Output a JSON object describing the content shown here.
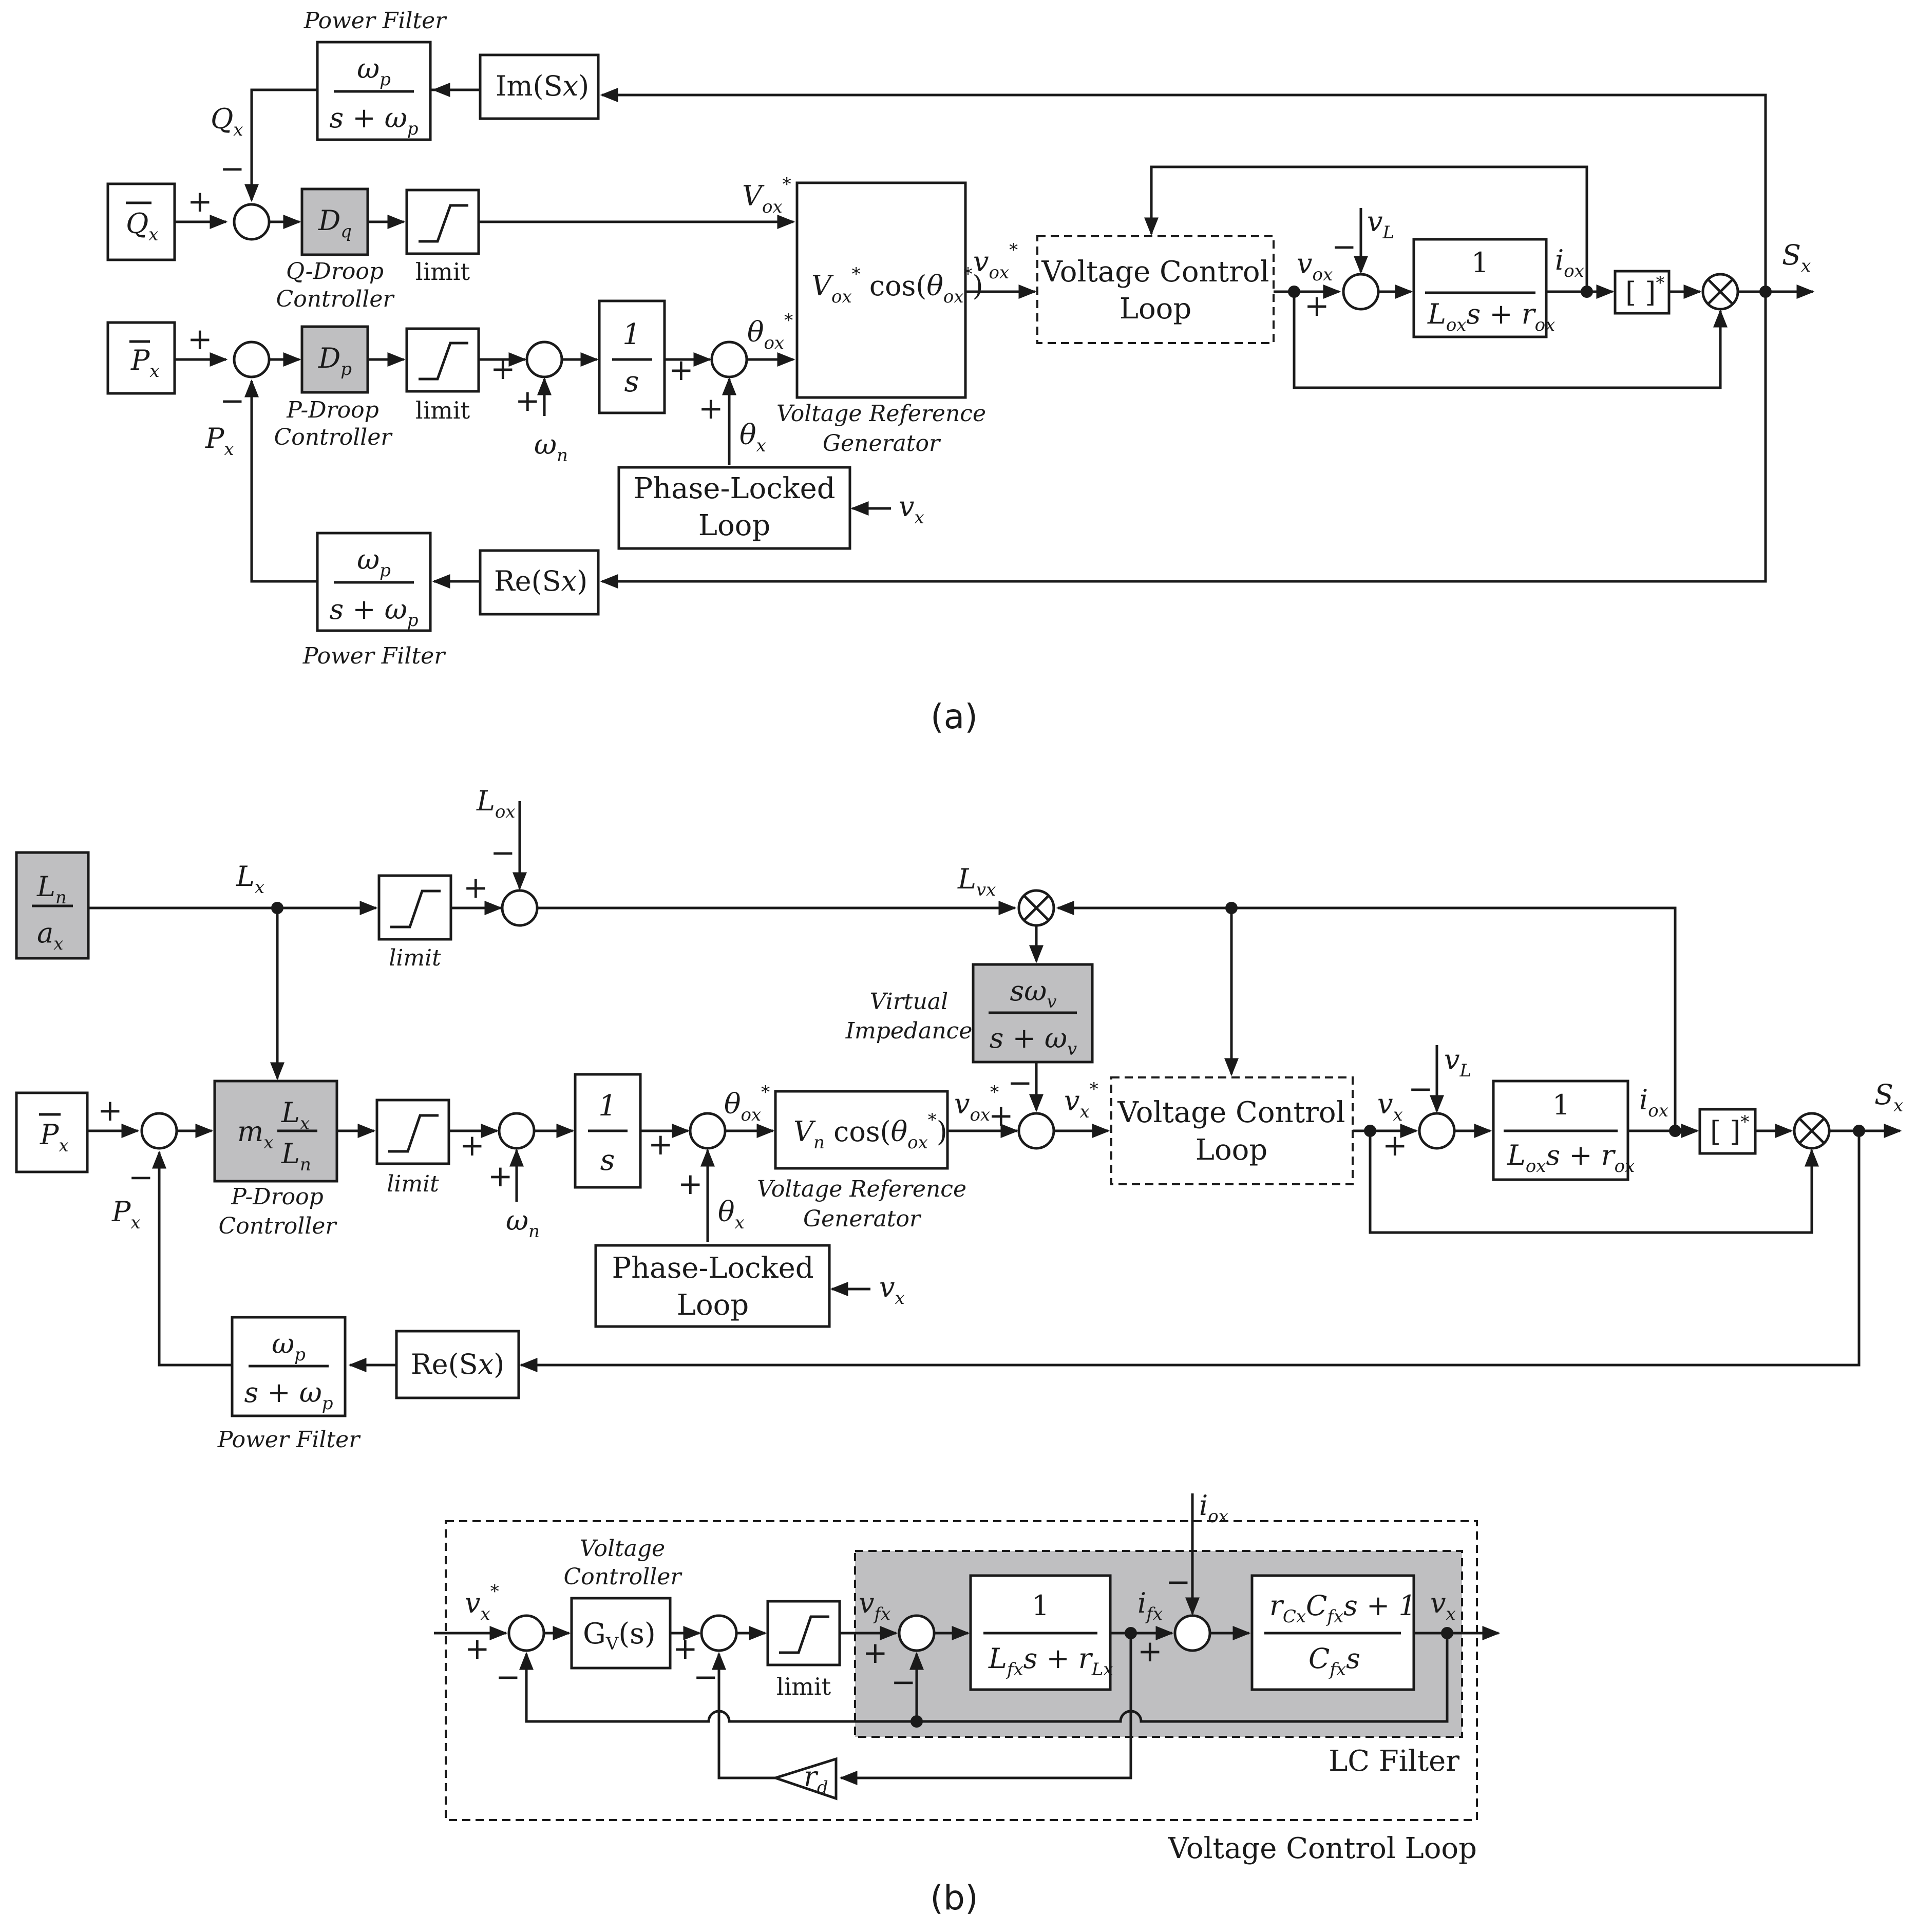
{
  "panel_a": {
    "caption": "(a)",
    "power_filter_top": "Power Filter",
    "power_filter_bottom": "Power Filter",
    "q_droop": [
      "Q-Droop",
      "Controller"
    ],
    "p_droop": [
      "P-Droop",
      "Controller"
    ],
    "limit": "limit",
    "im_block": "Im(S",
    "re_block": "Re(S",
    "voltage_loop": [
      "Voltage Control",
      "Loop"
    ],
    "vrg": [
      "Voltage Reference",
      "Generator"
    ],
    "pll": [
      "Phase-Locked",
      "Loop"
    ],
    "conj": "[ ]",
    "one": "1",
    "one_s": "1",
    "s": "s"
  },
  "panel_b": {
    "caption": "(b)",
    "power_filter": "Power Filter",
    "virtual_impedance": [
      "Virtual",
      "Impedance"
    ],
    "p_droop": [
      "P-Droop",
      "Controller"
    ],
    "limit": "limit",
    "re_block": "Re(S",
    "voltage_loop": [
      "Voltage Control",
      "Loop"
    ],
    "vrg": [
      "Voltage Reference",
      "Generator"
    ],
    "pll": [
      "Phase-Locked",
      "Loop"
    ],
    "conj": "[ ]",
    "one": "1",
    "one_s": "1",
    "s": "s"
  },
  "panel_c": {
    "voltage_controller": [
      "Voltage",
      "Controller"
    ],
    "gv": "G",
    "gv_sub": "V",
    "gv_arg": "(s)",
    "limit": "limit",
    "lc_filter": "LC Filter",
    "outer": "Voltage Control Loop",
    "one": "1"
  }
}
